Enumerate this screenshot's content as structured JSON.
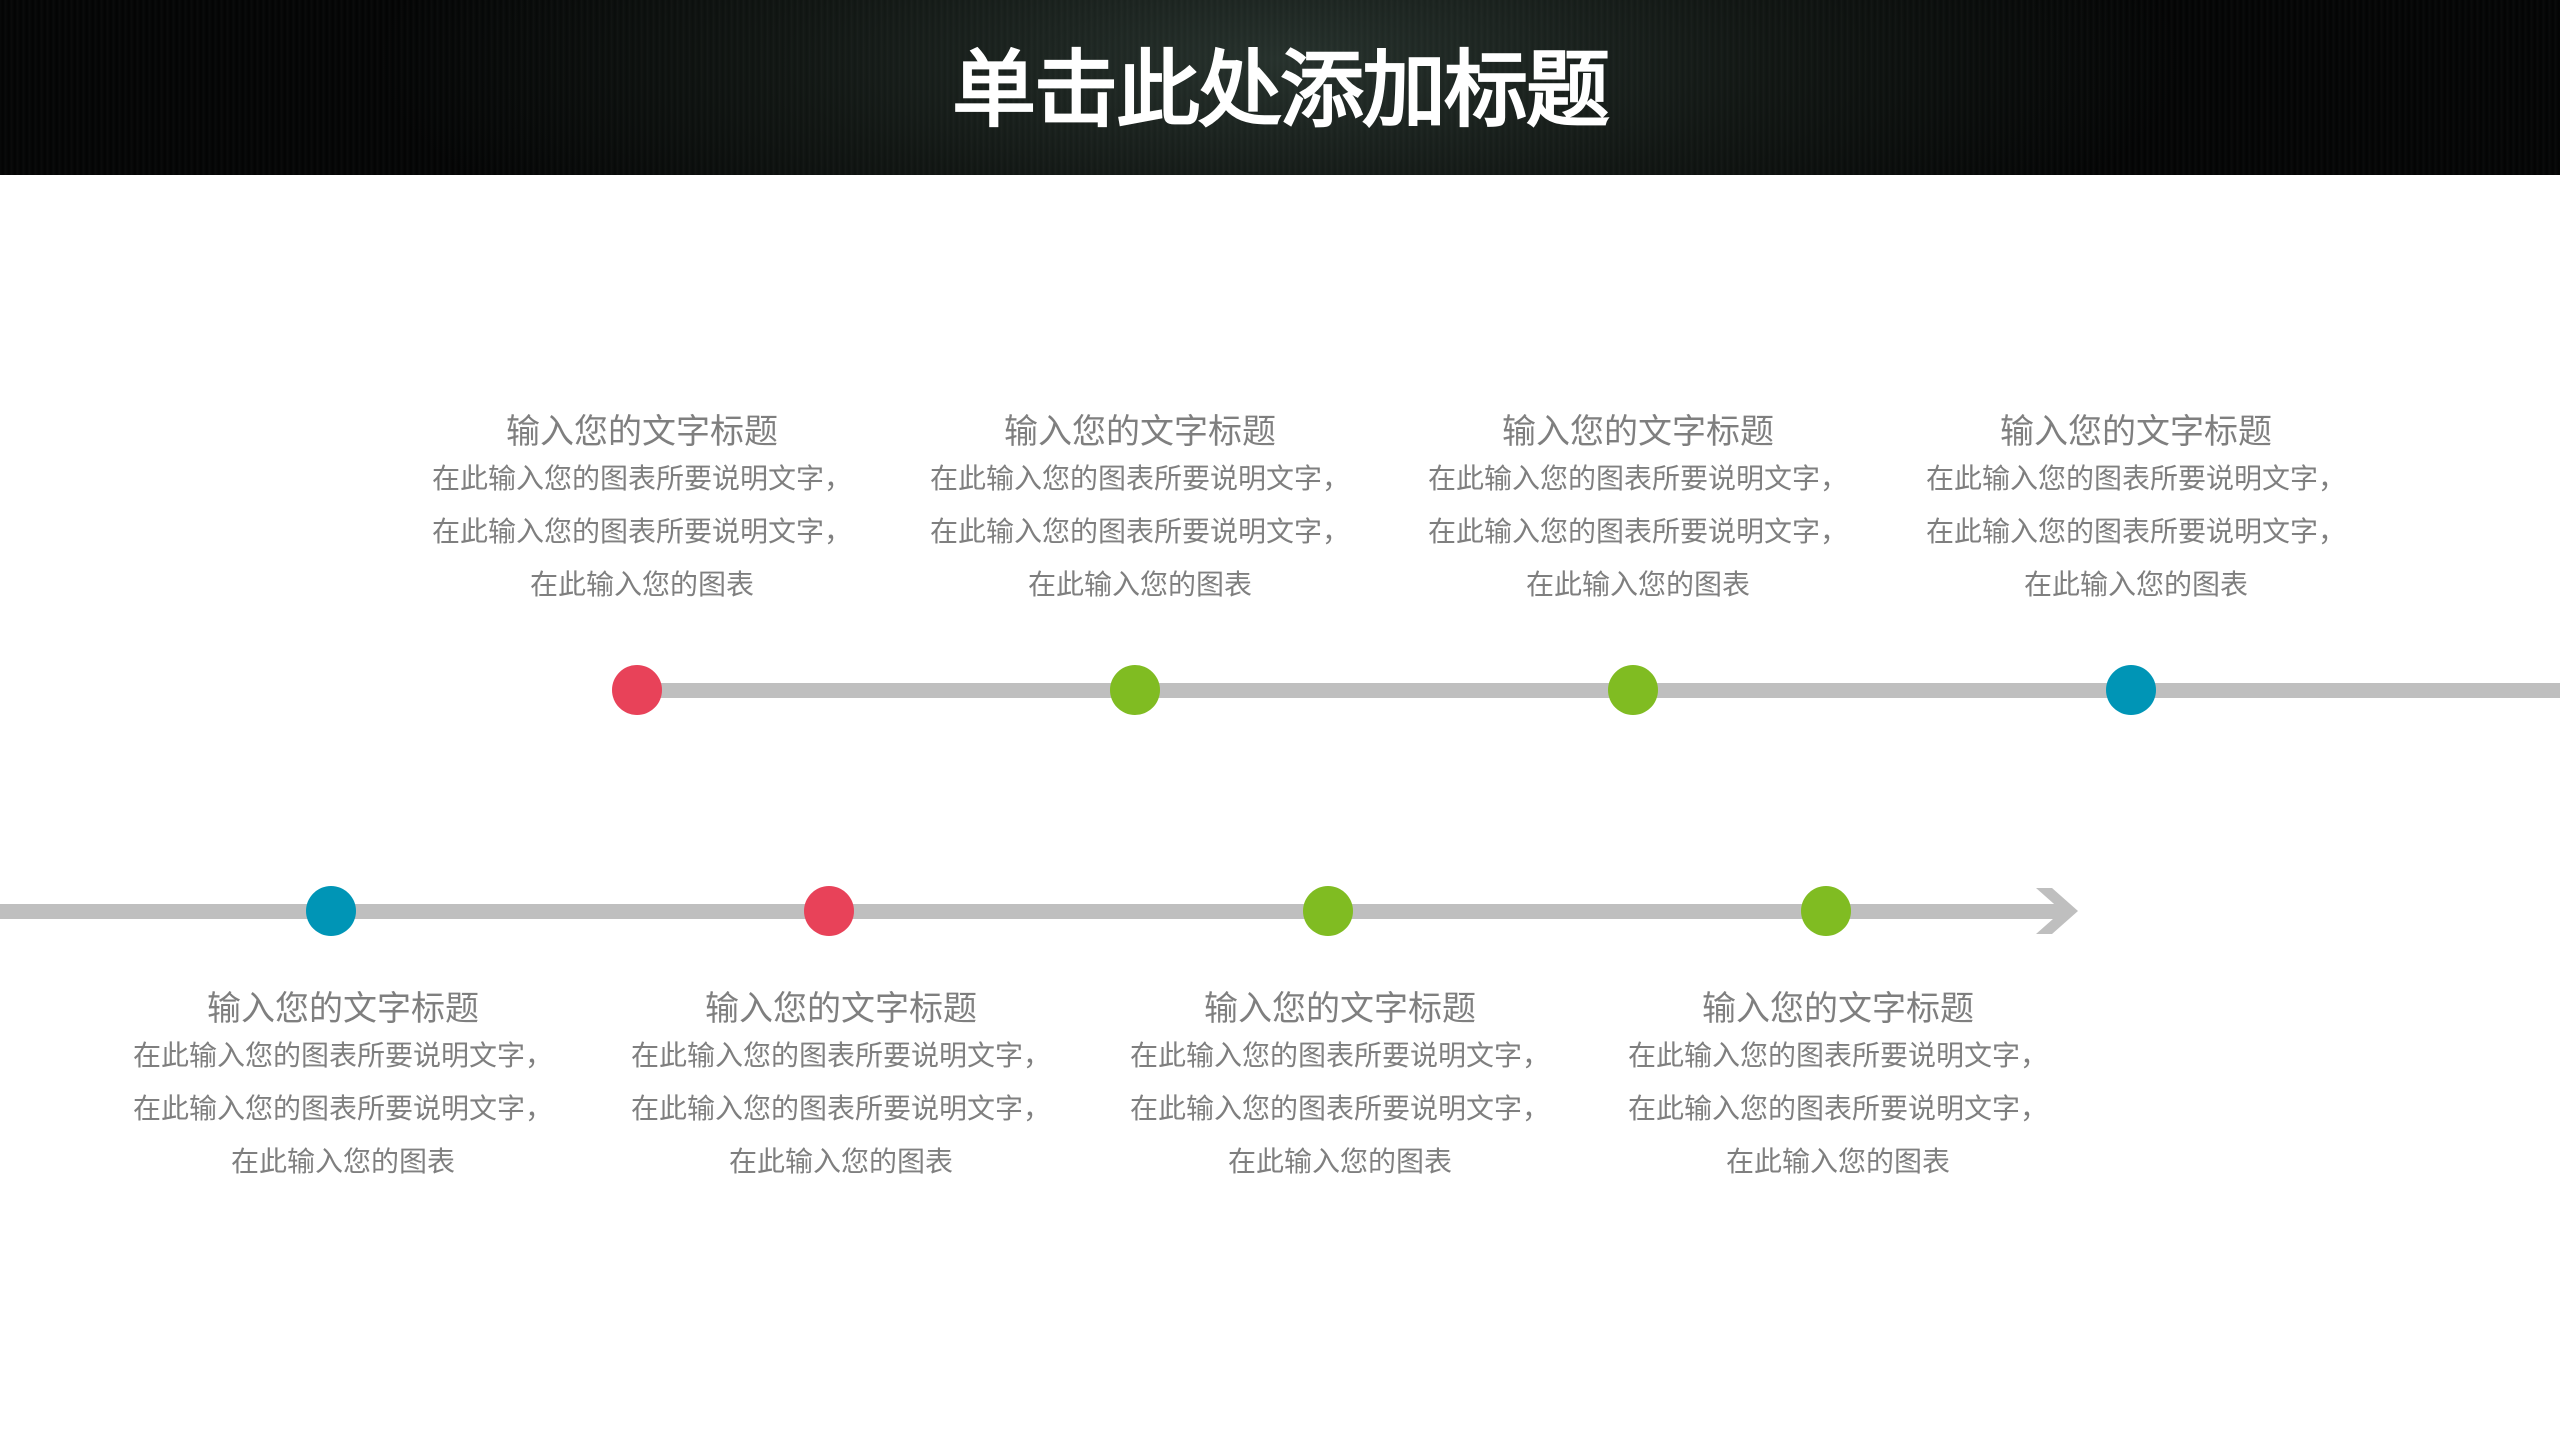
{
  "header": {
    "title": "单击此处添加标题"
  },
  "colors": {
    "red": "#e84259",
    "green": "#80bc22",
    "blue": "#0095b6",
    "track": "#bfbfbf",
    "text": "#7f7f7f"
  },
  "timeline": {
    "top": [
      {
        "color": "red",
        "title": "输入您的文字标题",
        "lines": [
          "在此输入您的图表所要说明文字，",
          "在此输入您的图表所要说明文字，",
          "在此输入您的图表"
        ]
      },
      {
        "color": "green",
        "title": "输入您的文字标题",
        "lines": [
          "在此输入您的图表所要说明文字，",
          "在此输入您的图表所要说明文字，",
          "在此输入您的图表"
        ]
      },
      {
        "color": "green",
        "title": "输入您的文字标题",
        "lines": [
          "在此输入您的图表所要说明文字，",
          "在此输入您的图表所要说明文字，",
          "在此输入您的图表"
        ]
      },
      {
        "color": "blue",
        "title": "输入您的文字标题",
        "lines": [
          "在此输入您的图表所要说明文字，",
          "在此输入您的图表所要说明文字，",
          "在此输入您的图表"
        ]
      }
    ],
    "bottom": [
      {
        "color": "blue",
        "title": "输入您的文字标题",
        "lines": [
          "在此输入您的图表所要说明文字，",
          "在此输入您的图表所要说明文字，",
          "在此输入您的图表"
        ]
      },
      {
        "color": "red",
        "title": "输入您的文字标题",
        "lines": [
          "在此输入您的图表所要说明文字，",
          "在此输入您的图表所要说明文字，",
          "在此输入您的图表"
        ]
      },
      {
        "color": "green",
        "title": "输入您的文字标题",
        "lines": [
          "在此输入您的图表所要说明文字，",
          "在此输入您的图表所要说明文字，",
          "在此输入您的图表"
        ]
      },
      {
        "color": "green",
        "title": "输入您的文字标题",
        "lines": [
          "在此输入您的图表所要说明文字，",
          "在此输入您的图表所要说明文字，",
          "在此输入您的图表"
        ]
      }
    ]
  }
}
